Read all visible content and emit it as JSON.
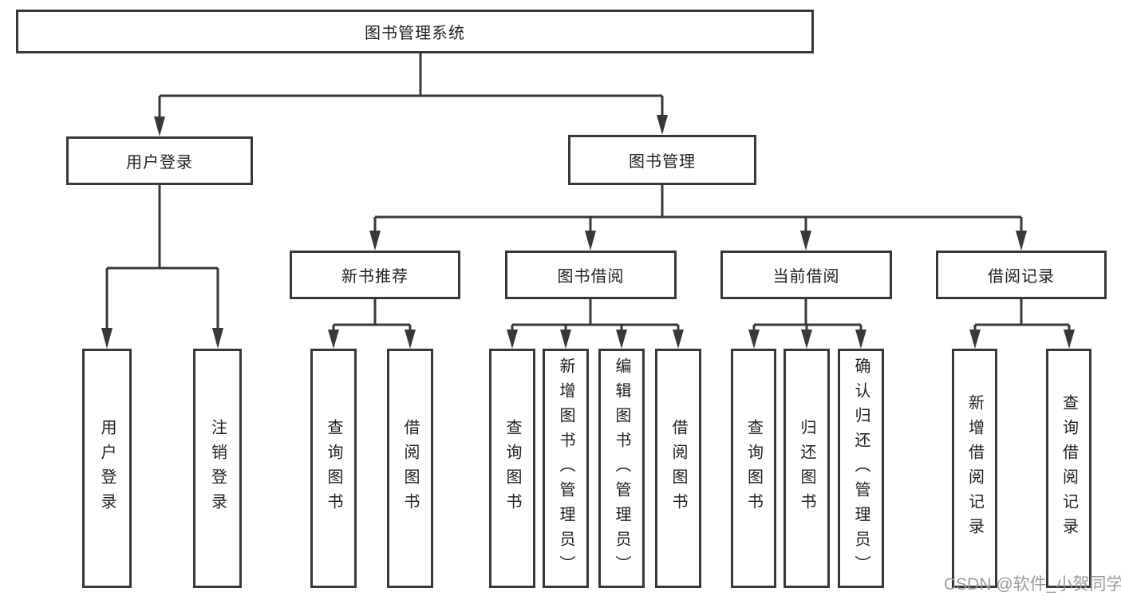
{
  "diagram": {
    "root": {
      "label": "图书管理系统"
    },
    "children": [
      {
        "label": "用户登录",
        "children": [
          {
            "label": "用户登录"
          },
          {
            "label": "注销登录"
          }
        ]
      },
      {
        "label": "图书管理",
        "children": [
          {
            "label": "新书推荐",
            "children": [
              {
                "label": "查询图书"
              },
              {
                "label": "借阅图书"
              }
            ]
          },
          {
            "label": "图书借阅",
            "children": [
              {
                "label": "查询图书"
              },
              {
                "label": "新增图书（管理员）"
              },
              {
                "label": "编辑图书（管理员）"
              },
              {
                "label": "借阅图书"
              }
            ]
          },
          {
            "label": "当前借阅",
            "children": [
              {
                "label": "查询图书"
              },
              {
                "label": "归还图书"
              },
              {
                "label": "确认归还（管理员）"
              }
            ]
          },
          {
            "label": "借阅记录",
            "children": [
              {
                "label": "新增借阅记录"
              },
              {
                "label": "查询借阅记录"
              }
            ]
          }
        ]
      }
    ]
  },
  "watermark": {
    "text": "CSDN @软件_小贺同学"
  },
  "colors": {
    "line": "#383838",
    "box_border": "#383838",
    "text": "#1f1f1f",
    "background": "#ffffff",
    "watermark": "#9b9b9b"
  }
}
